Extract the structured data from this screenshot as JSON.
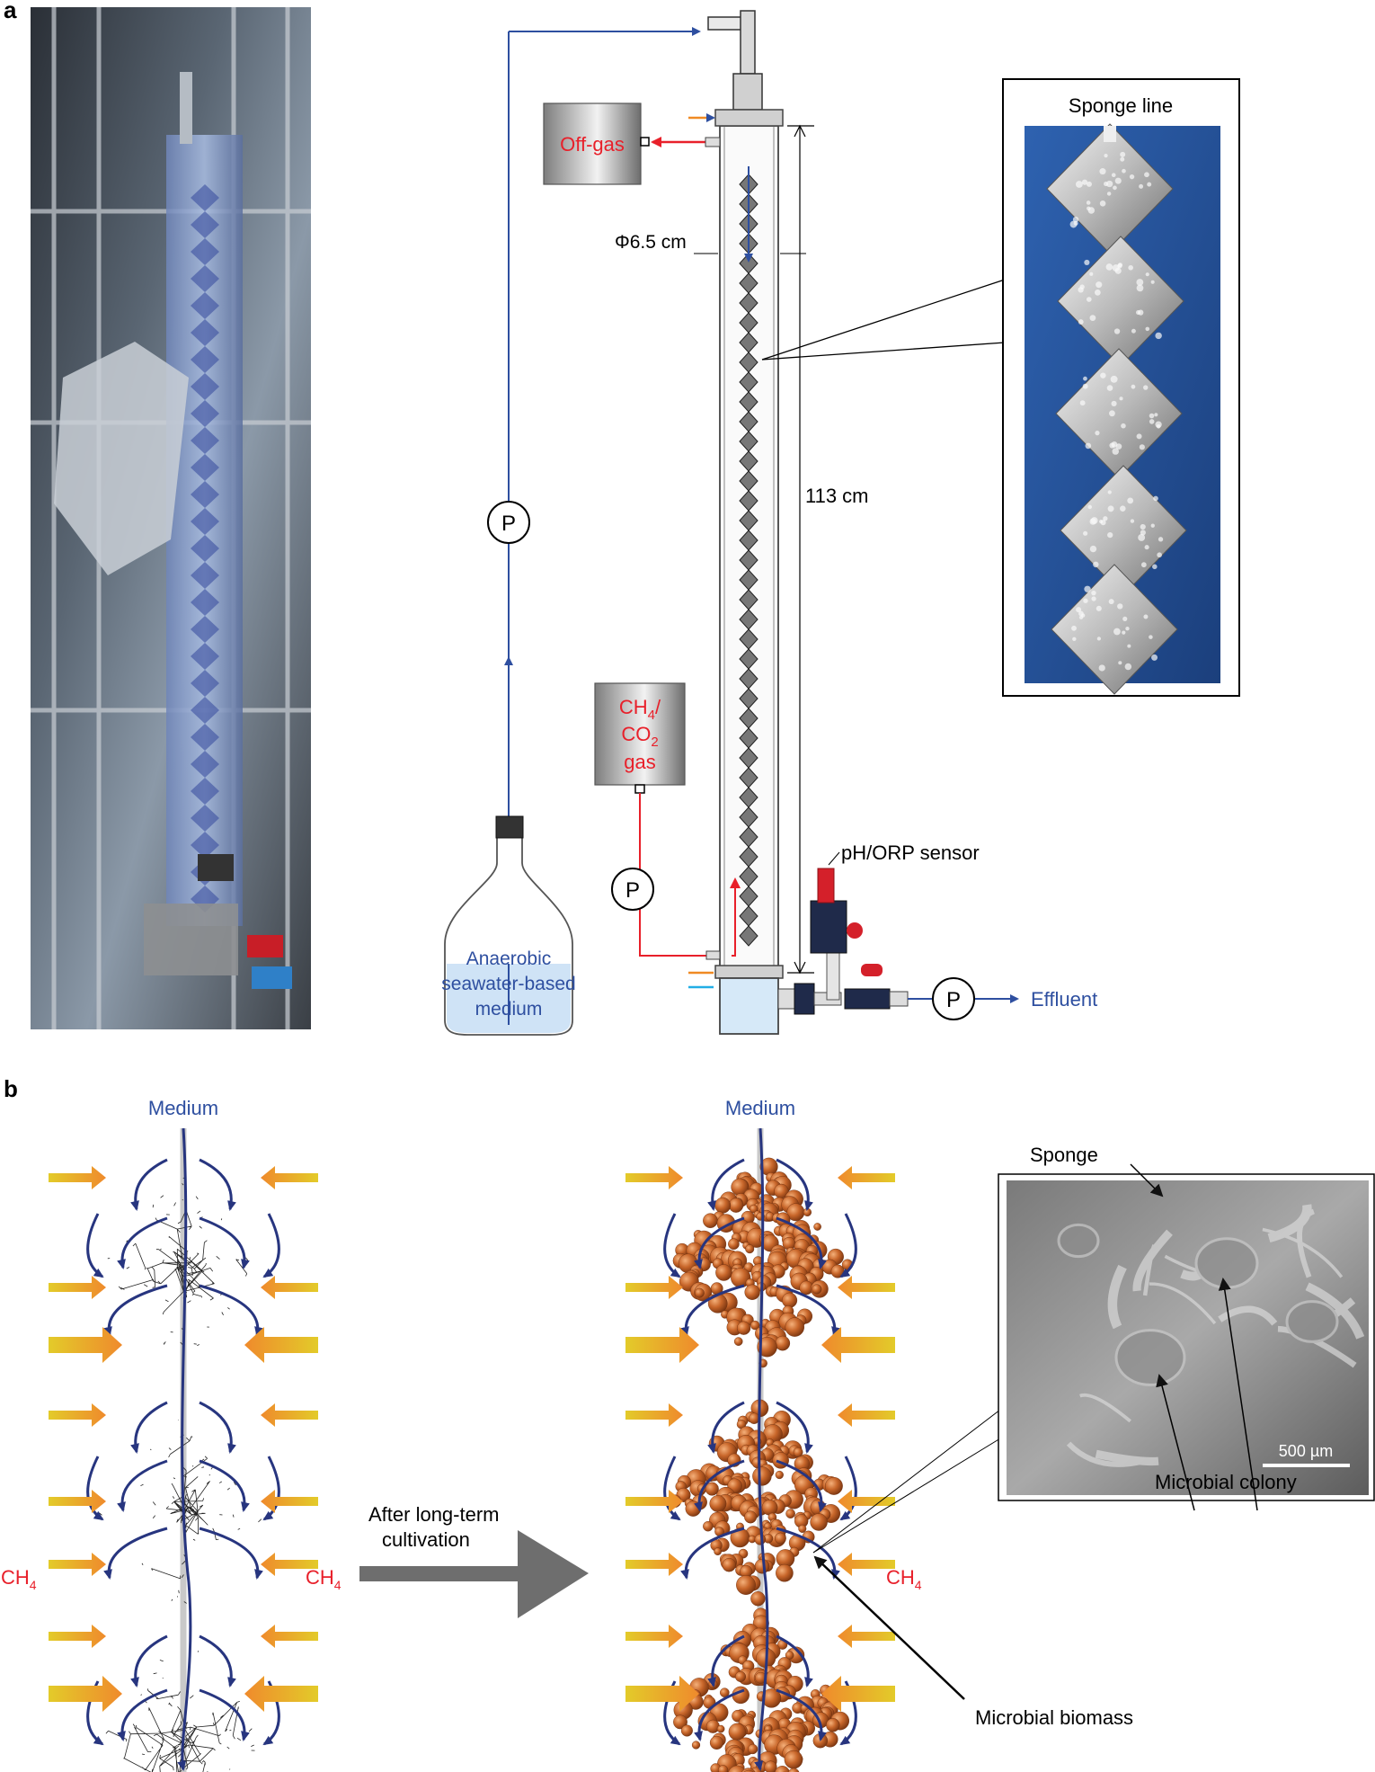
{
  "panel_a": {
    "letter": "a",
    "off_gas": "Off-gas",
    "diameter": "Φ6.5 cm",
    "height": "113 cm",
    "pump": "P",
    "gas_line1": "CH",
    "gas_sub1": "4",
    "gas_slash": "/",
    "gas_line2": "CO",
    "gas_sub2": "2",
    "gas_line3": "gas",
    "medium_line1": "Anaerobic",
    "medium_line2": "seawater-based",
    "medium_line3": "medium",
    "sensor": "pH/ORP sensor",
    "effluent": "Effluent",
    "sponge_line": "Sponge line"
  },
  "panel_b": {
    "letter": "b",
    "medium": "Medium",
    "ch4": "CH",
    "ch4_sub": "4",
    "arrow_line1": "After long-term",
    "arrow_line2": "cultivation",
    "sponge": "Sponge",
    "colony": "Microbial colony",
    "scale": "500 µm",
    "biomass": "Microbial biomass"
  },
  "colors": {
    "blue_line": "#2e4fa0",
    "red_line": "#e8202a",
    "gas_arrow": "#d4b21e",
    "biomass": "#c8662a",
    "orange_inlet": "#f08a24",
    "cyan_inlet": "#22aee6"
  }
}
